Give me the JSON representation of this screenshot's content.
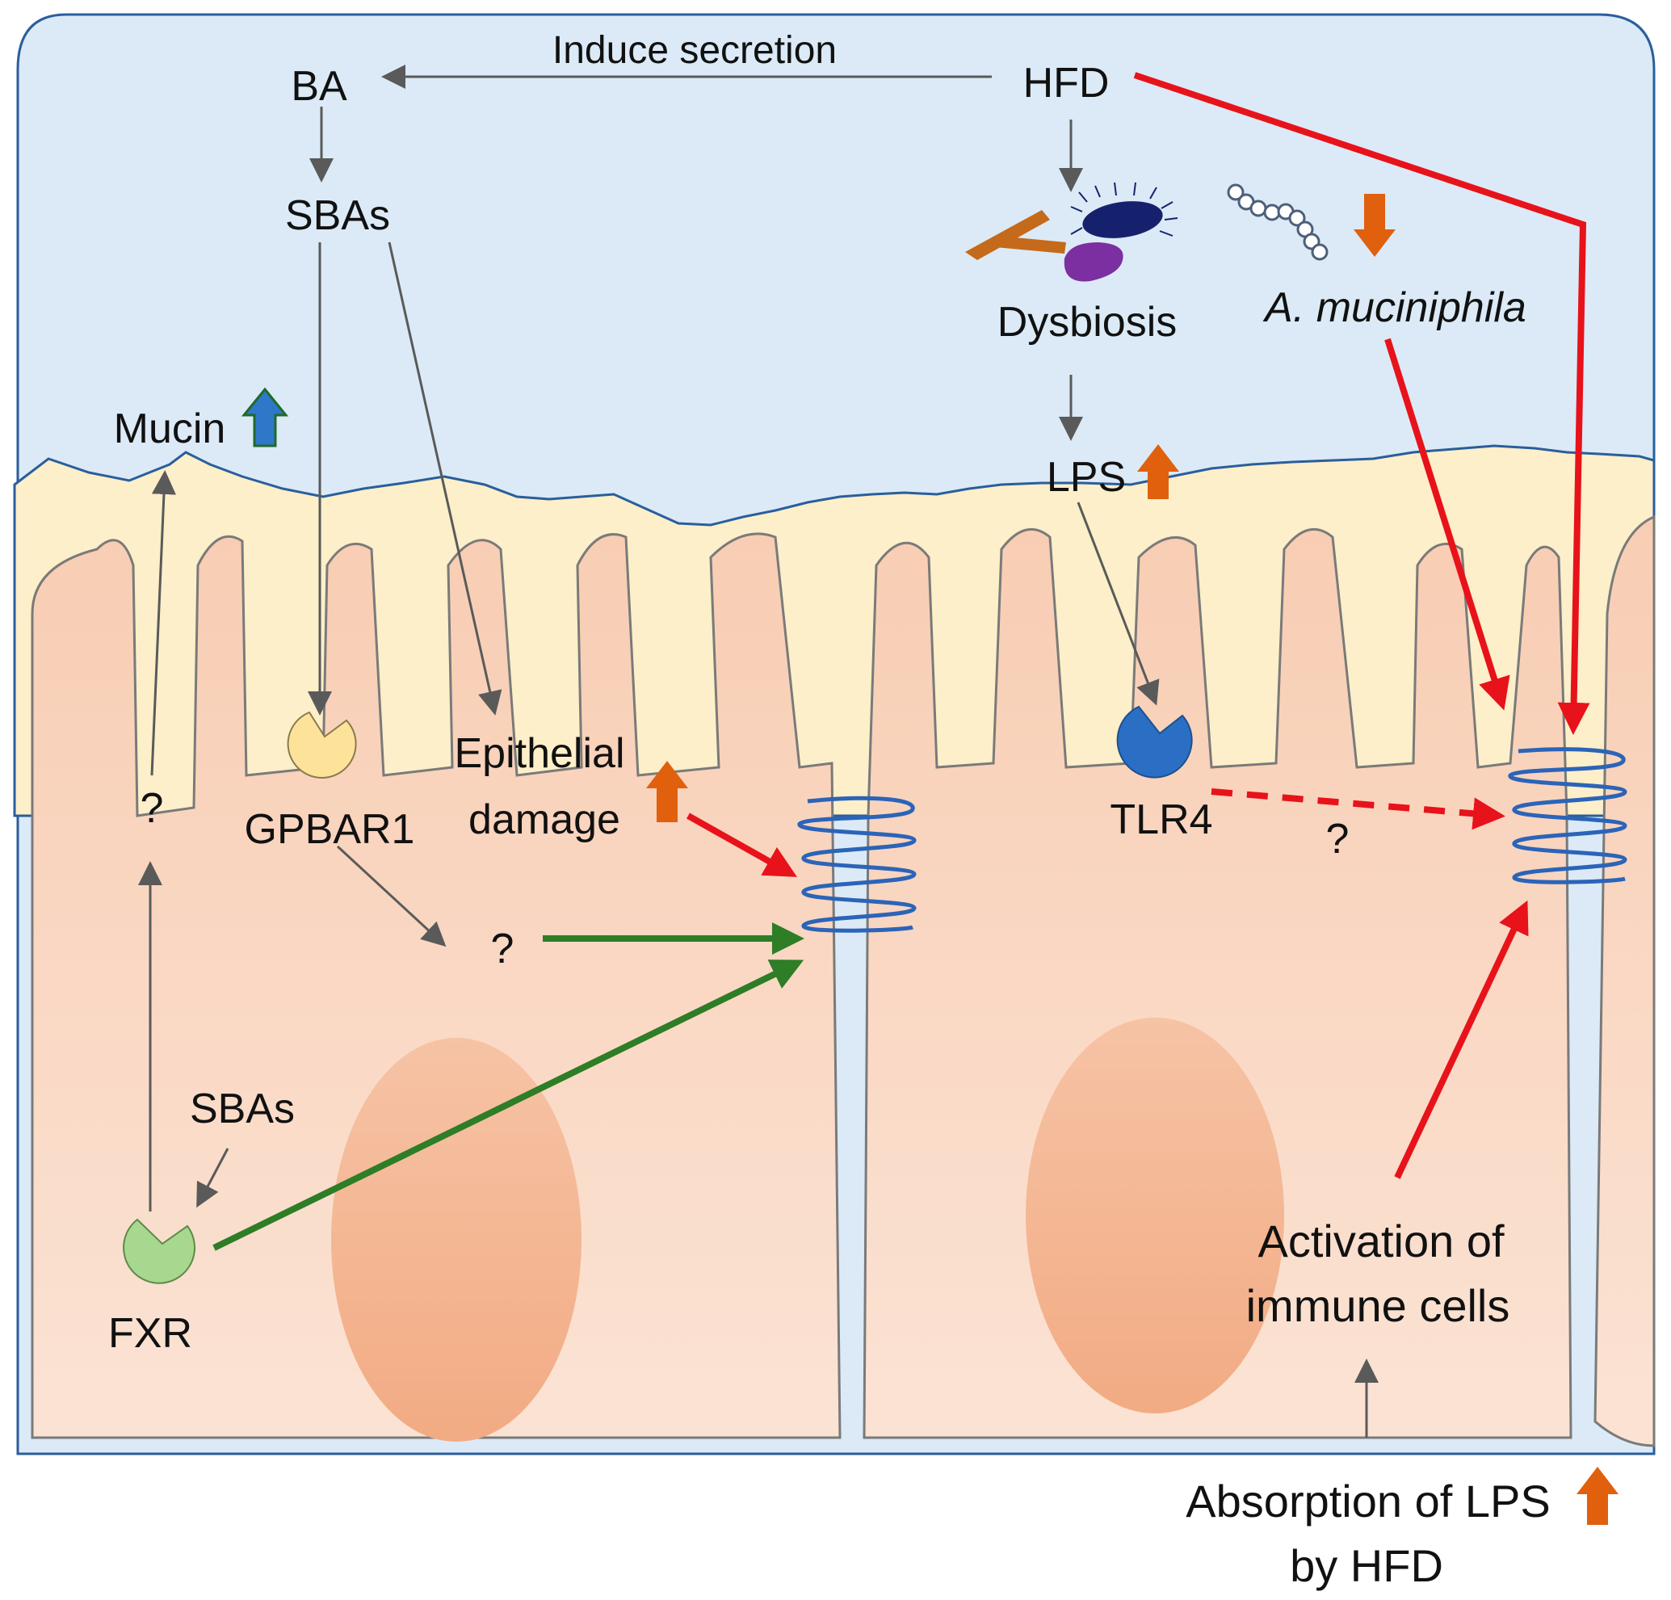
{
  "labels": {
    "induce_secretion": "Induce secretion",
    "ba": "BA",
    "hfd": "HFD",
    "sbas_top": "SBAs",
    "dysbiosis": "Dysbiosis",
    "a_muciniphila": "A. muciniphila",
    "mucin": "Mucin",
    "lps": "LPS",
    "epithelial": "Epithelial",
    "damage": "damage",
    "gpbar1": "GPBAR1",
    "tlr4": "TLR4",
    "q_left": "?",
    "q_middle": "?",
    "q_right": "?",
    "sbas_bottom": "SBAs",
    "fxr": "FXR",
    "activation_line1": "Activation of",
    "activation_line2": "immune cells",
    "absorption_line1": "Absorption of LPS",
    "absorption_line2": "by HFD"
  },
  "colors": {
    "lumen": "#dbeaf6",
    "mucus": "#fcefc9",
    "cell": "#f8d4bd",
    "nucleus": "#f5b996",
    "gray_arrow": "#5a5a5a",
    "red_arrow": "#e8121b",
    "green_arrow": "#2e7d27",
    "up_orange": "#e0600e",
    "up_blue": "#2f77c8",
    "gpbar1_receptor": "#fde39a",
    "tlr4_receptor": "#2a6fc4",
    "fxr_receptor": "#a8d890",
    "tight_junction": "#2b64b8"
  }
}
